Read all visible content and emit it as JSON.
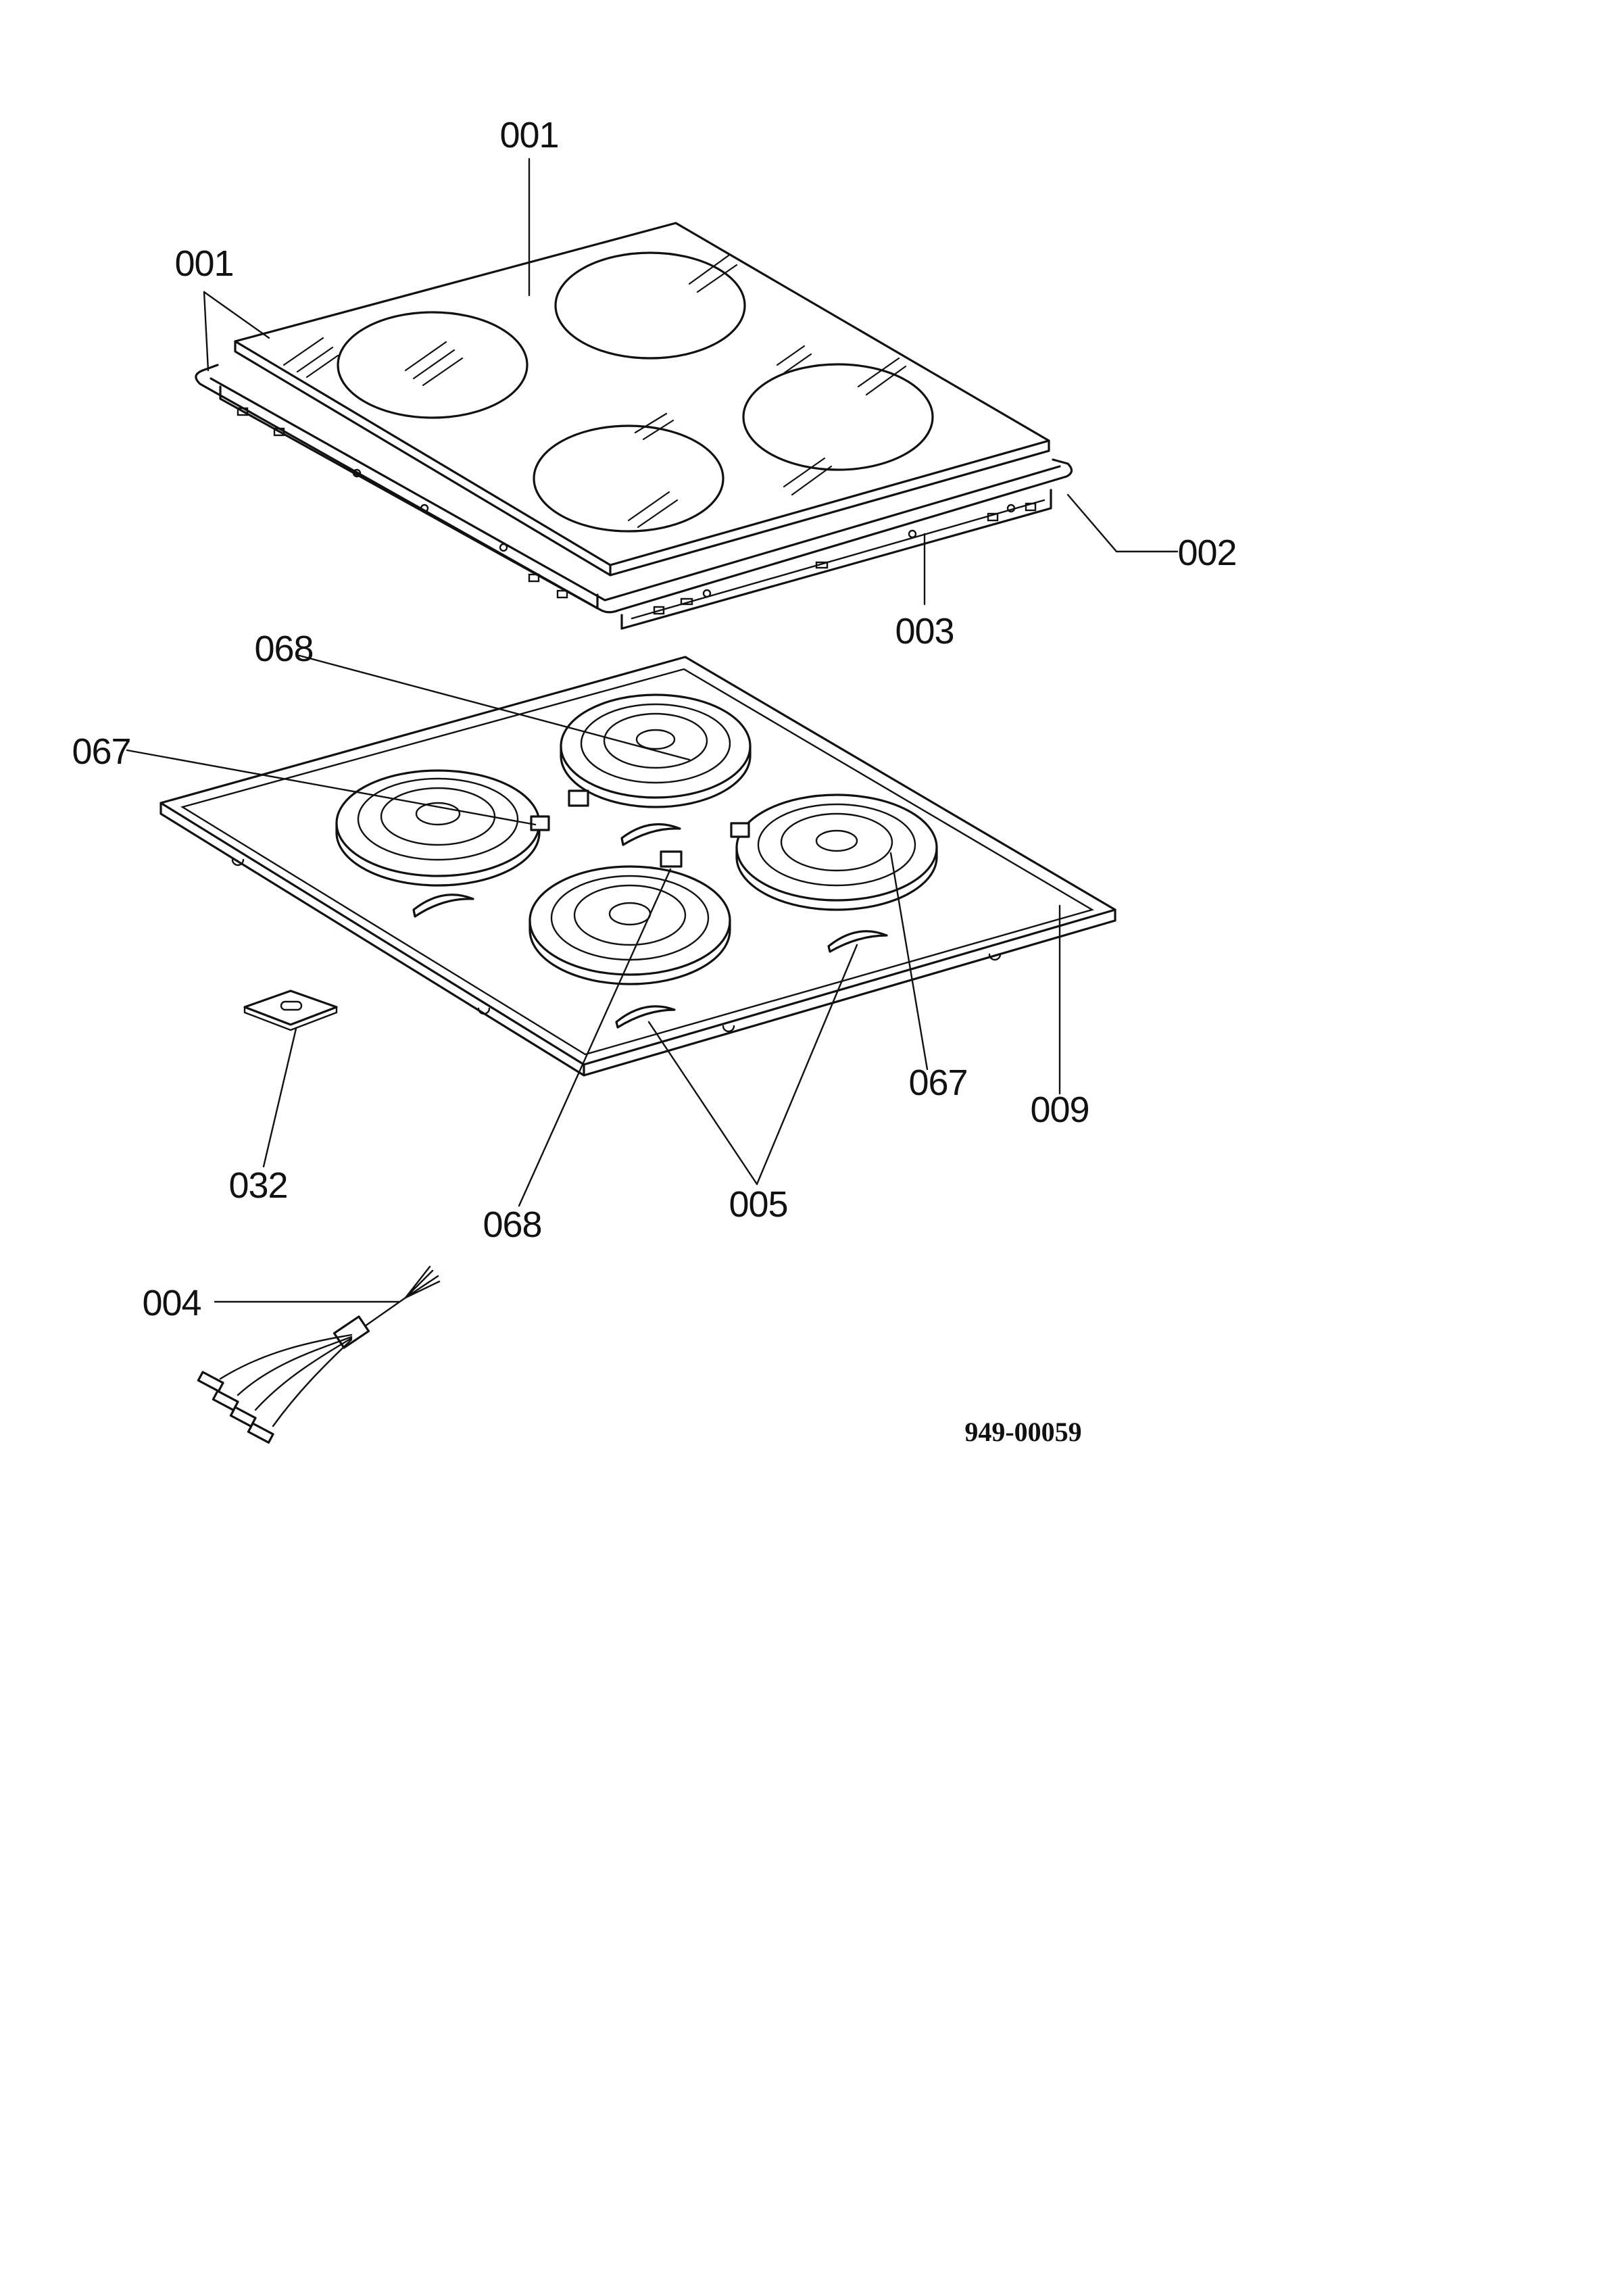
{
  "diagram": {
    "labels": {
      "glass_top": "001",
      "glass_top_edge": "001",
      "frame_strip": "002",
      "frame_side": "003",
      "cable_harness": "004",
      "heater_clips": "005",
      "element_left": "067",
      "element_right": "067",
      "element_back": "068",
      "element_front": "068",
      "support_tray": "009",
      "bracket_clip": "032"
    },
    "document_number": "949-00059"
  }
}
